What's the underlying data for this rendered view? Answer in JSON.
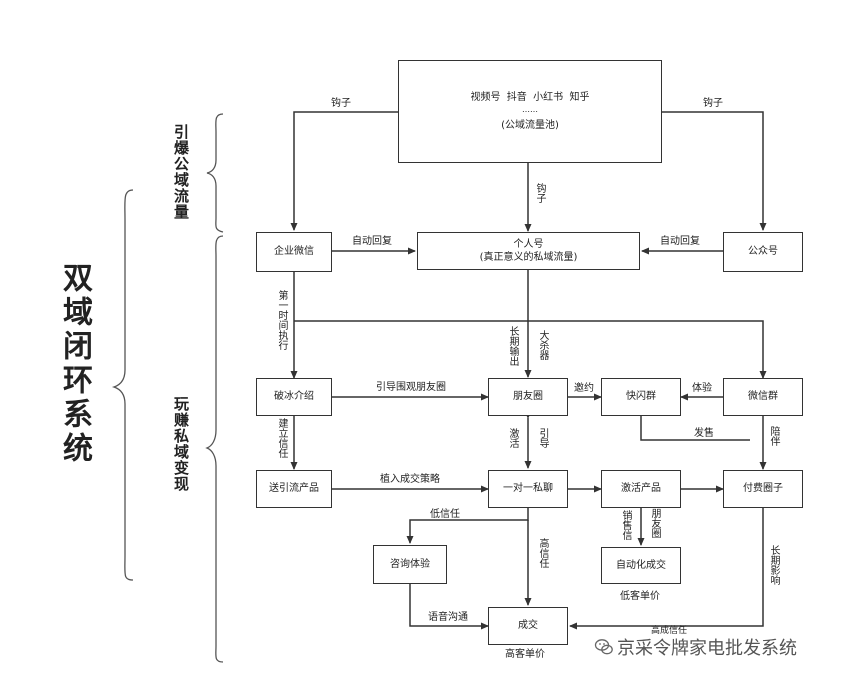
{
  "title": "双域闭环系统",
  "sections": {
    "public": "引爆公域流量",
    "private": "玩赚私域变现"
  },
  "nodes": {
    "pool": {
      "platforms": "视频号  抖音  小红书  知乎",
      "dots": "……",
      "caption": "(公域流量池)"
    },
    "wecom": "企业微信",
    "personal": {
      "line1": "个人号",
      "line2": "(真正意义的私域流量)"
    },
    "official": "公众号",
    "icebreak": "破冰介绍",
    "moments": "朋友圈",
    "flash": "快闪群",
    "wechat_group": "微信群",
    "lead_product": "送引流产品",
    "one_on_one": "一对一私聊",
    "activate_product": "激活产品",
    "paid_circle": "付费圈子",
    "consult": "咨询体验",
    "auto_deal": "自动化成交",
    "deal": "成交"
  },
  "edge_labels": {
    "hook_left": "钩子",
    "hook_right": "钩子",
    "hook_mid": "钩子",
    "auto_reply_left": "自动回复",
    "auto_reply_right": "自动回复",
    "first_time": "第一时间执行",
    "long_term_output": "长期输出",
    "big_killer": "大杀器",
    "guide_moments": "引导围观朋友圈",
    "invite": "邀约",
    "experience": "体验",
    "build_trust": "建立信任",
    "activate": "激活",
    "guide": "引导",
    "broadcast": "发售",
    "accompany": "陪伴",
    "implant_strategy": "植入成交策略",
    "low_trust": "低信任",
    "high_trust": "高信任",
    "sales_moments": "销售信",
    "friend_moments": "朋友圈",
    "long_term_influence": "长期影响",
    "voice_chat": "语音沟通",
    "mid_price": "高成信任"
  },
  "notes": {
    "low_price": "低客单价",
    "high_price": "高客单价"
  },
  "watermark": "京采令牌家电批发系统"
}
